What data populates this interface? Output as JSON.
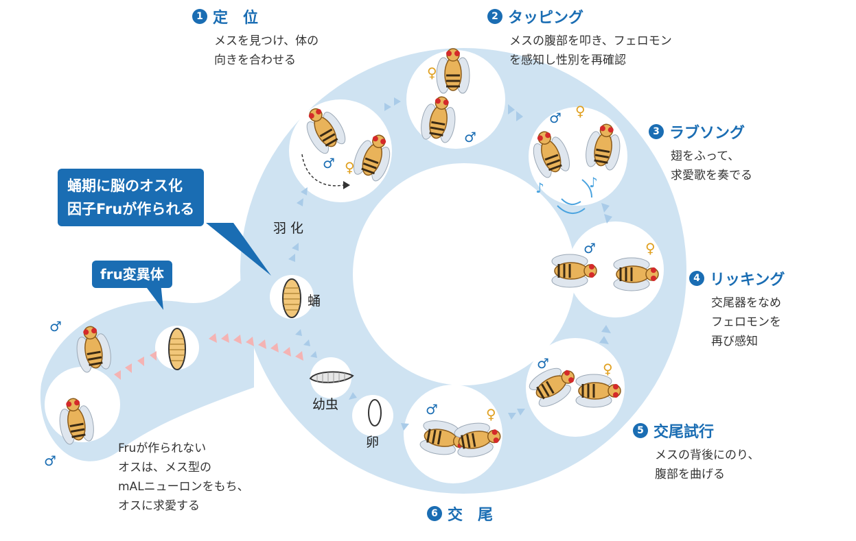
{
  "steps": [
    {
      "num": "1",
      "title": "定　位",
      "desc": [
        "メスを見つけ、体の",
        "向きを合わせる"
      ]
    },
    {
      "num": "2",
      "title": "タッピング",
      "desc": [
        "メスの腹部を叩き、フェロモン",
        "を感知し性別を再確認"
      ]
    },
    {
      "num": "3",
      "title": "ラブソング",
      "desc": [
        "翅をふって、",
        "求愛歌を奏でる"
      ]
    },
    {
      "num": "4",
      "title": "リッキング",
      "desc": [
        "交尾器をなめ",
        "フェロモンを",
        "再び感知"
      ]
    },
    {
      "num": "5",
      "title": "交尾試行",
      "desc": [
        "メスの背後にのり、",
        "腹部を曲げる"
      ]
    },
    {
      "num": "6",
      "title": "交　尾",
      "desc": []
    }
  ],
  "stages": {
    "eclosion": "羽 化",
    "pupa": "蛹",
    "larva": "幼虫",
    "egg": "卵"
  },
  "callouts": {
    "fru_line1": "蛹期に脳のオス化",
    "fru_line2": "因子Fruが作られる",
    "mutant": "fru変異体"
  },
  "note": [
    "Fruが作られない",
    "オスは、メス型の",
    "mALニューロンをもち、",
    "オスに求愛する"
  ],
  "symbols": {
    "male": "♂",
    "female": "♀",
    "music": "♪"
  },
  "colors": {
    "ring": "#cfe3f2",
    "accent": "#1a6db3",
    "arrow_blue": "#a9cbe8",
    "arrow_pink": "#f4b3b3"
  }
}
